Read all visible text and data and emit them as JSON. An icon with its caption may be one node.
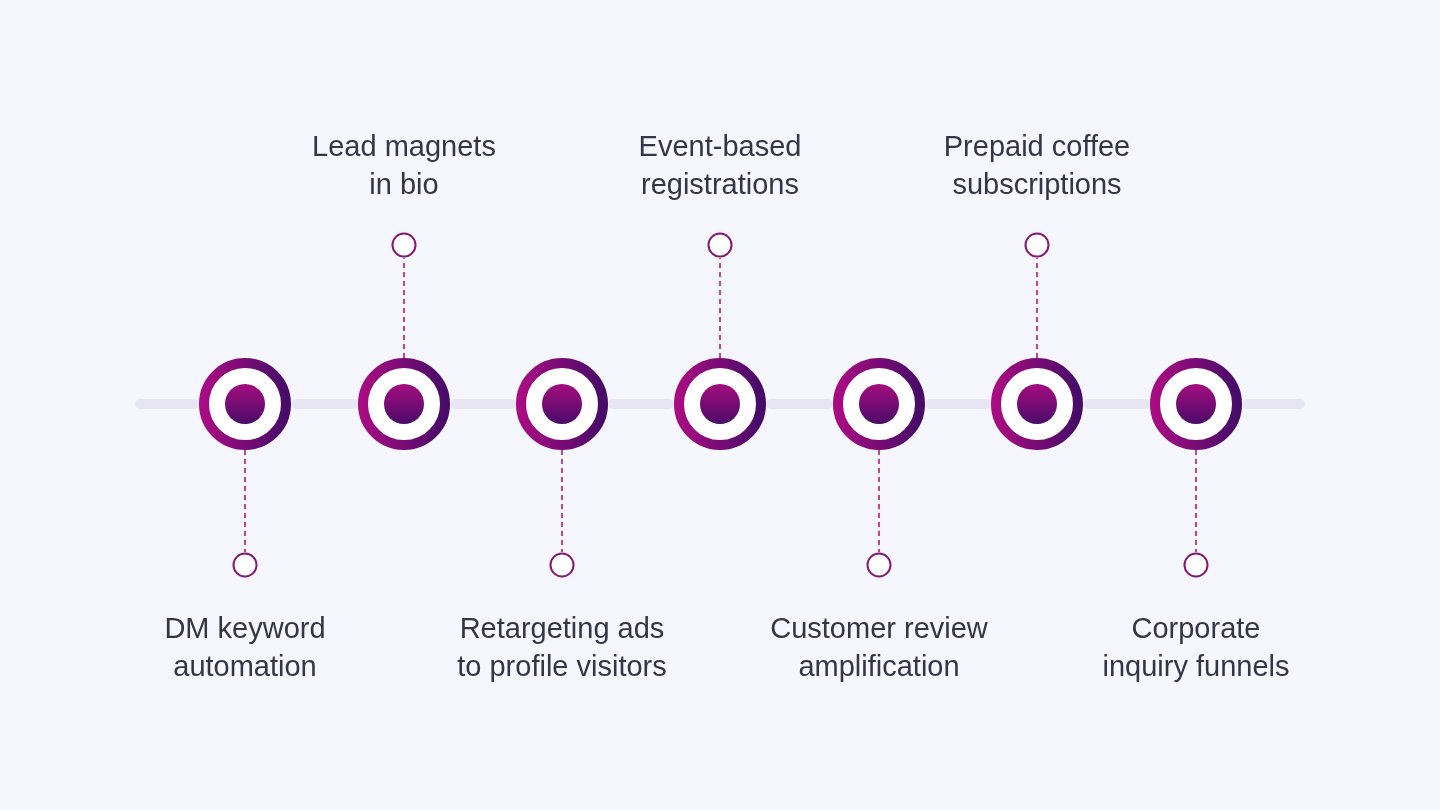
{
  "diagram": {
    "nodes": [
      {
        "text": [],
        "shape": "circle"
      },
      {
        "text": [],
        "shape": "circle",
        "beside": [
          "DM keyword automation"
        ]
      },
      {
        "text": [],
        "shape": "circle"
      },
      {
        "text": [],
        "shape": "circle",
        "beside": [
          "Lead magnets in bio"
        ]
      },
      {
        "text": [],
        "shape": "circle"
      },
      {
        "text": [],
        "shape": "circle",
        "beside": [
          "Retargeting ads to profile visitors"
        ]
      },
      {
        "text": [],
        "shape": "circle"
      },
      {
        "text": [],
        "shape": "circle",
        "beside": [
          "Event-based registrations"
        ]
      },
      {
        "text": [],
        "shape": "circle"
      },
      {
        "text": [],
        "shape": "circle",
        "beside": [
          "Customer review amplification"
        ]
      },
      {
        "text": [],
        "shape": "circle"
      },
      {
        "text": [],
        "shape": "circle",
        "beside": [
          "Prepaid coffee subscriptions"
        ]
      },
      {
        "text": [],
        "shape": "circle"
      },
      {
        "text": [],
        "shape": "circle",
        "beside": [
          "Corporate inquiry funnels"
        ]
      }
    ],
    "edges": [
      {
        "from": 0,
        "to": 1,
        "arrow": "none",
        "style": "dashed"
      },
      {
        "from": 2,
        "to": 3,
        "arrow": "none",
        "style": "dashed"
      },
      {
        "from": 4,
        "to": 5,
        "arrow": "none",
        "style": "dashed"
      },
      {
        "from": 6,
        "to": 7,
        "arrow": "none",
        "style": "dashed"
      },
      {
        "from": 8,
        "to": 9,
        "arrow": "none",
        "style": "dashed"
      },
      {
        "from": 10,
        "to": 11,
        "arrow": "none",
        "style": "dashed"
      },
      {
        "from": 12,
        "to": 13,
        "arrow": "none",
        "style": "dashed"
      }
    ]
  }
}
